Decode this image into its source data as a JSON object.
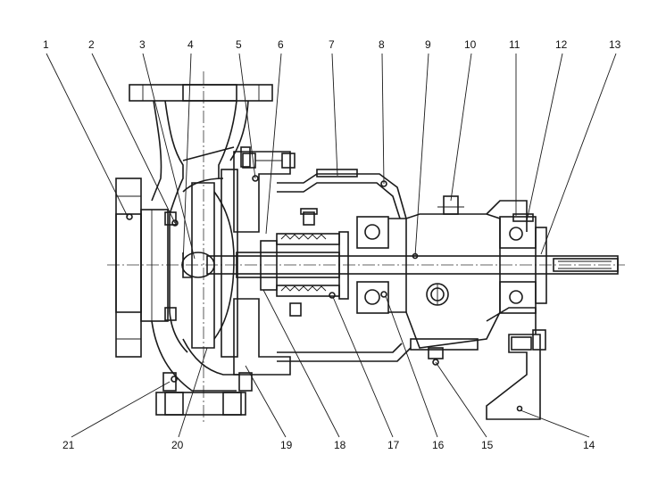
{
  "callouts_top": [
    "1",
    "2",
    "3",
    "4",
    "5",
    "6",
    "7",
    "8",
    "9",
    "10",
    "11",
    "12",
    "13"
  ],
  "callouts_bottom": [
    "21",
    "20",
    "19",
    "18",
    "17",
    "16",
    "15",
    "14"
  ]
}
